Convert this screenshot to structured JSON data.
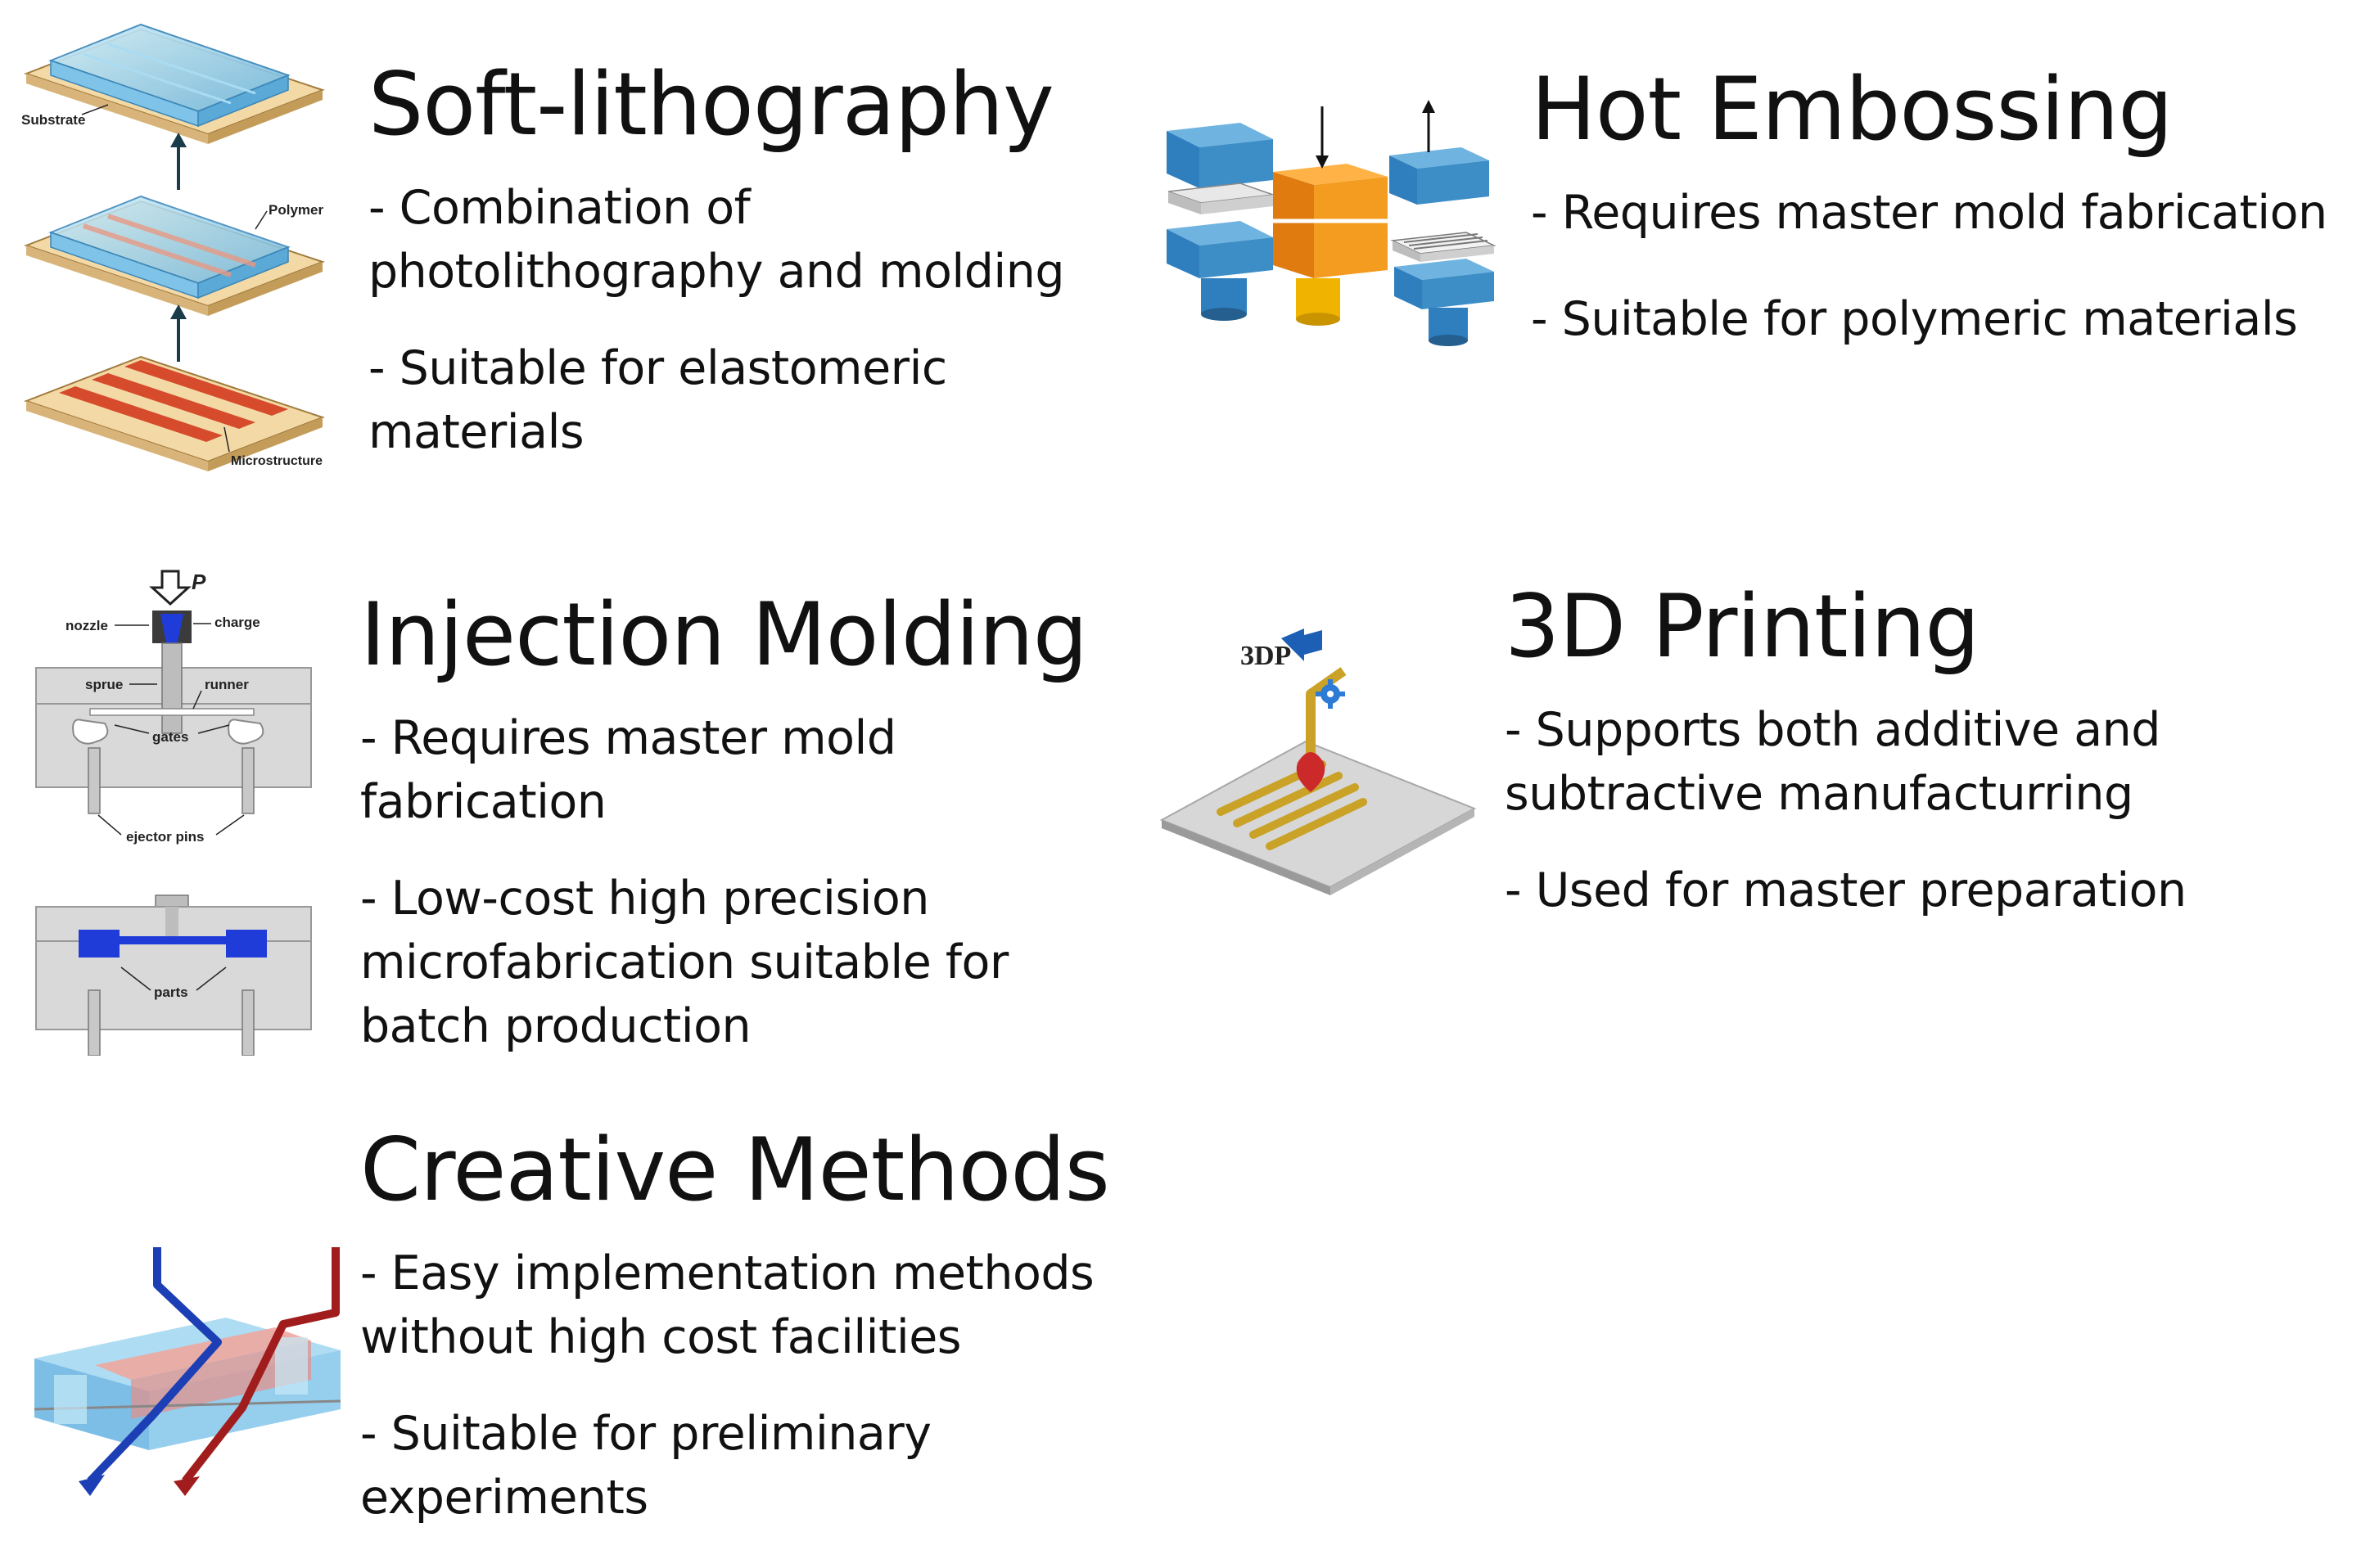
{
  "sections": [
    {
      "title": "Soft-lithography",
      "bullets": [
        "- Combination of photolithography and molding",
        "- Suitable for elastomeric materials"
      ],
      "figure_labels": [
        "Substrate",
        "Polymer",
        "Microstructure"
      ]
    },
    {
      "title": "Hot Embossing",
      "bullets": [
        "- Requires master mold fabrication",
        "- Suitable for polymeric materials"
      ]
    },
    {
      "title": "Injection Molding",
      "bullets": [
        "- Requires master mold fabrication",
        "- Low-cost high precision microfabrication suitable for batch production"
      ],
      "figure_labels": [
        "P",
        "nozzle",
        "charge",
        "sprue",
        "runner",
        "gates",
        "ejector pins",
        "parts"
      ]
    },
    {
      "title": "3D Printing",
      "bullets": [
        "- Supports both additive and subtractive manufacturring",
        "- Used for master preparation"
      ],
      "figure_labels": [
        "3DP"
      ]
    },
    {
      "title": "Creative Methods",
      "bullets": [
        "- Easy implementation methods without  high cost facilities",
        "- Suitable for preliminary experiments"
      ]
    }
  ],
  "colors": {
    "substrate": "#f3d9a6",
    "polymer_blue": "#7fc4e8",
    "channel_red": "#d64b2b",
    "mold_gray": "#d9d9d9",
    "mold_blue": "#1f3cd9",
    "embossing_blue": "#3d8ec7",
    "embossing_orange": "#f39c1f",
    "printer_gold": "#c9a227",
    "heart_red": "#cc2a2a",
    "arrow_blue": "#1d5fb5",
    "arrow_red": "#a11d1d"
  }
}
